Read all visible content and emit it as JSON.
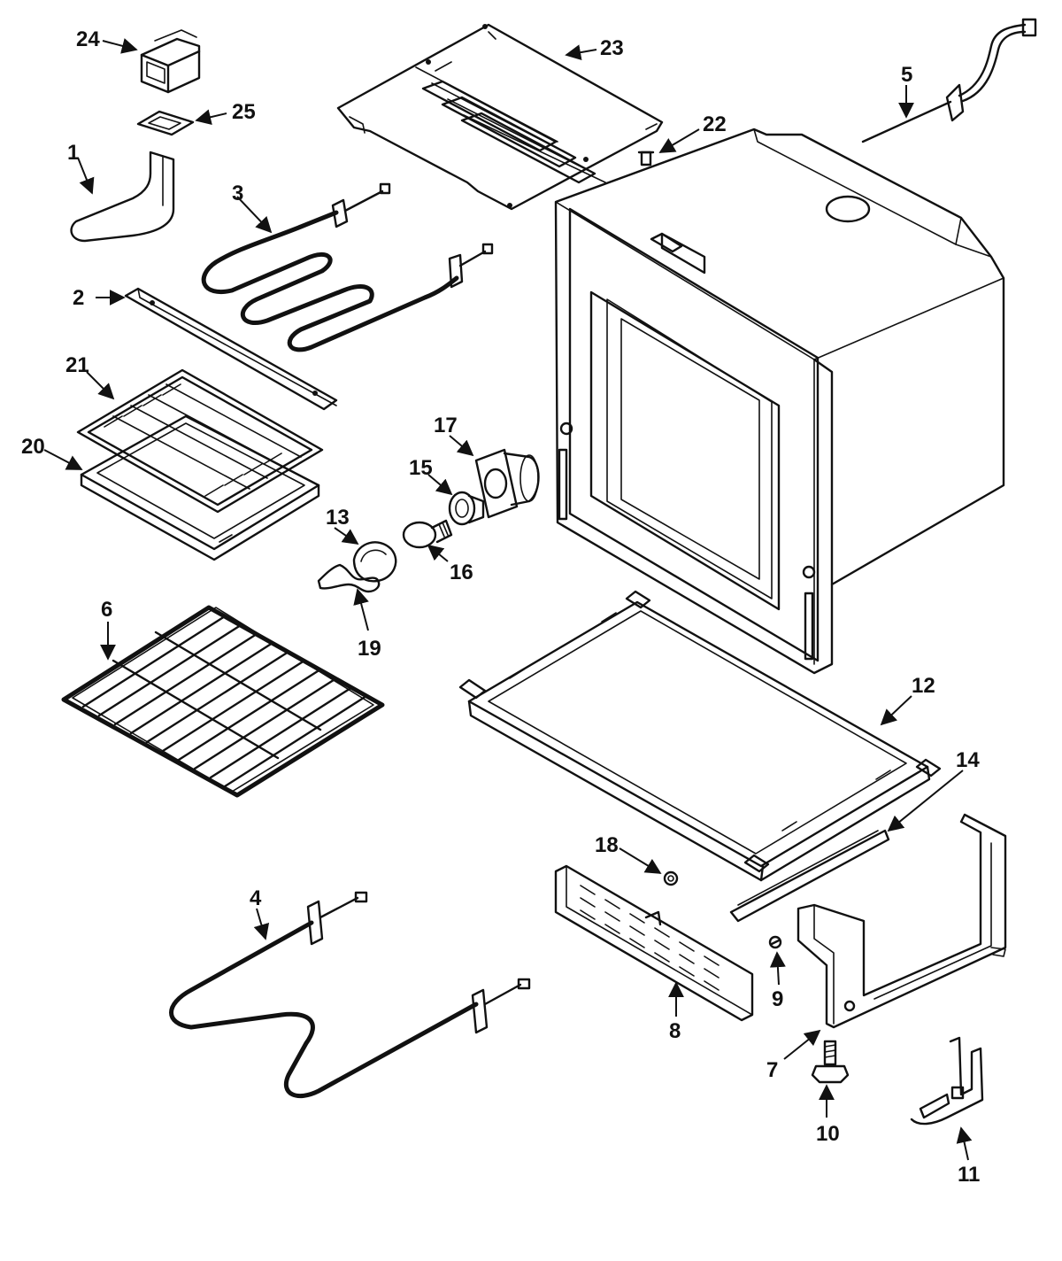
{
  "diagram": {
    "type": "exploded-parts-diagram",
    "background_color": "#ffffff",
    "line_color": "#111111",
    "callouts": {
      "c1": "1",
      "c2": "2",
      "c3": "3",
      "c4": "4",
      "c5": "5",
      "c6": "6",
      "c7": "7",
      "c8": "8",
      "c9": "9",
      "c10": "10",
      "c11": "11",
      "c12": "12",
      "c13": "13",
      "c14": "14",
      "c15": "15",
      "c16": "16",
      "c17": "17",
      "c18": "18",
      "c19": "19",
      "c20": "20",
      "c21": "21",
      "c22": "22",
      "c23": "23",
      "c24": "24",
      "c25": "25"
    }
  }
}
